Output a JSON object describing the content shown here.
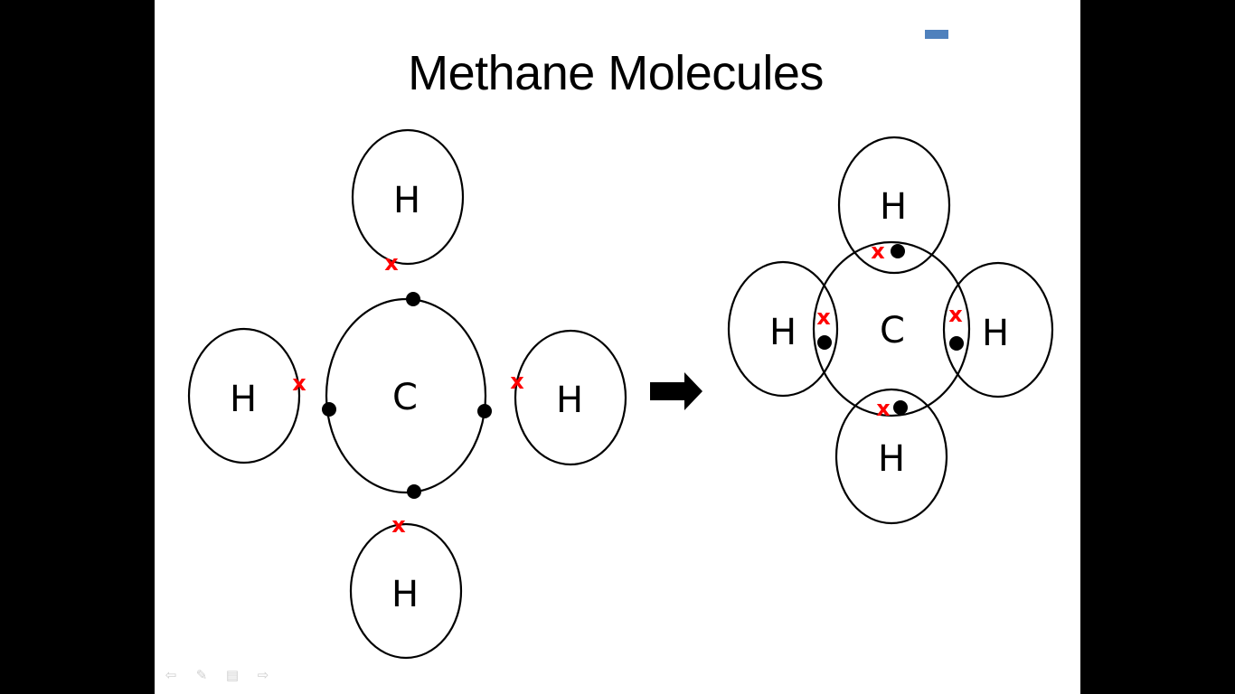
{
  "slide": {
    "title": "Methane Molecules"
  },
  "diagram": {
    "carbon_symbol": "C",
    "hydrogen_symbol": "H",
    "shared_electron_mark": "x",
    "colors": {
      "outline": "#000000",
      "hydrogen_electron": "#ff0000",
      "carbon_electron": "#000000",
      "corner_mark": "#4f81bd"
    },
    "arrow_icon": "right-arrow-icon"
  },
  "nav": {
    "icons": [
      "prev-arrow-icon",
      "pen-icon",
      "menu-icon",
      "next-arrow-icon"
    ]
  }
}
